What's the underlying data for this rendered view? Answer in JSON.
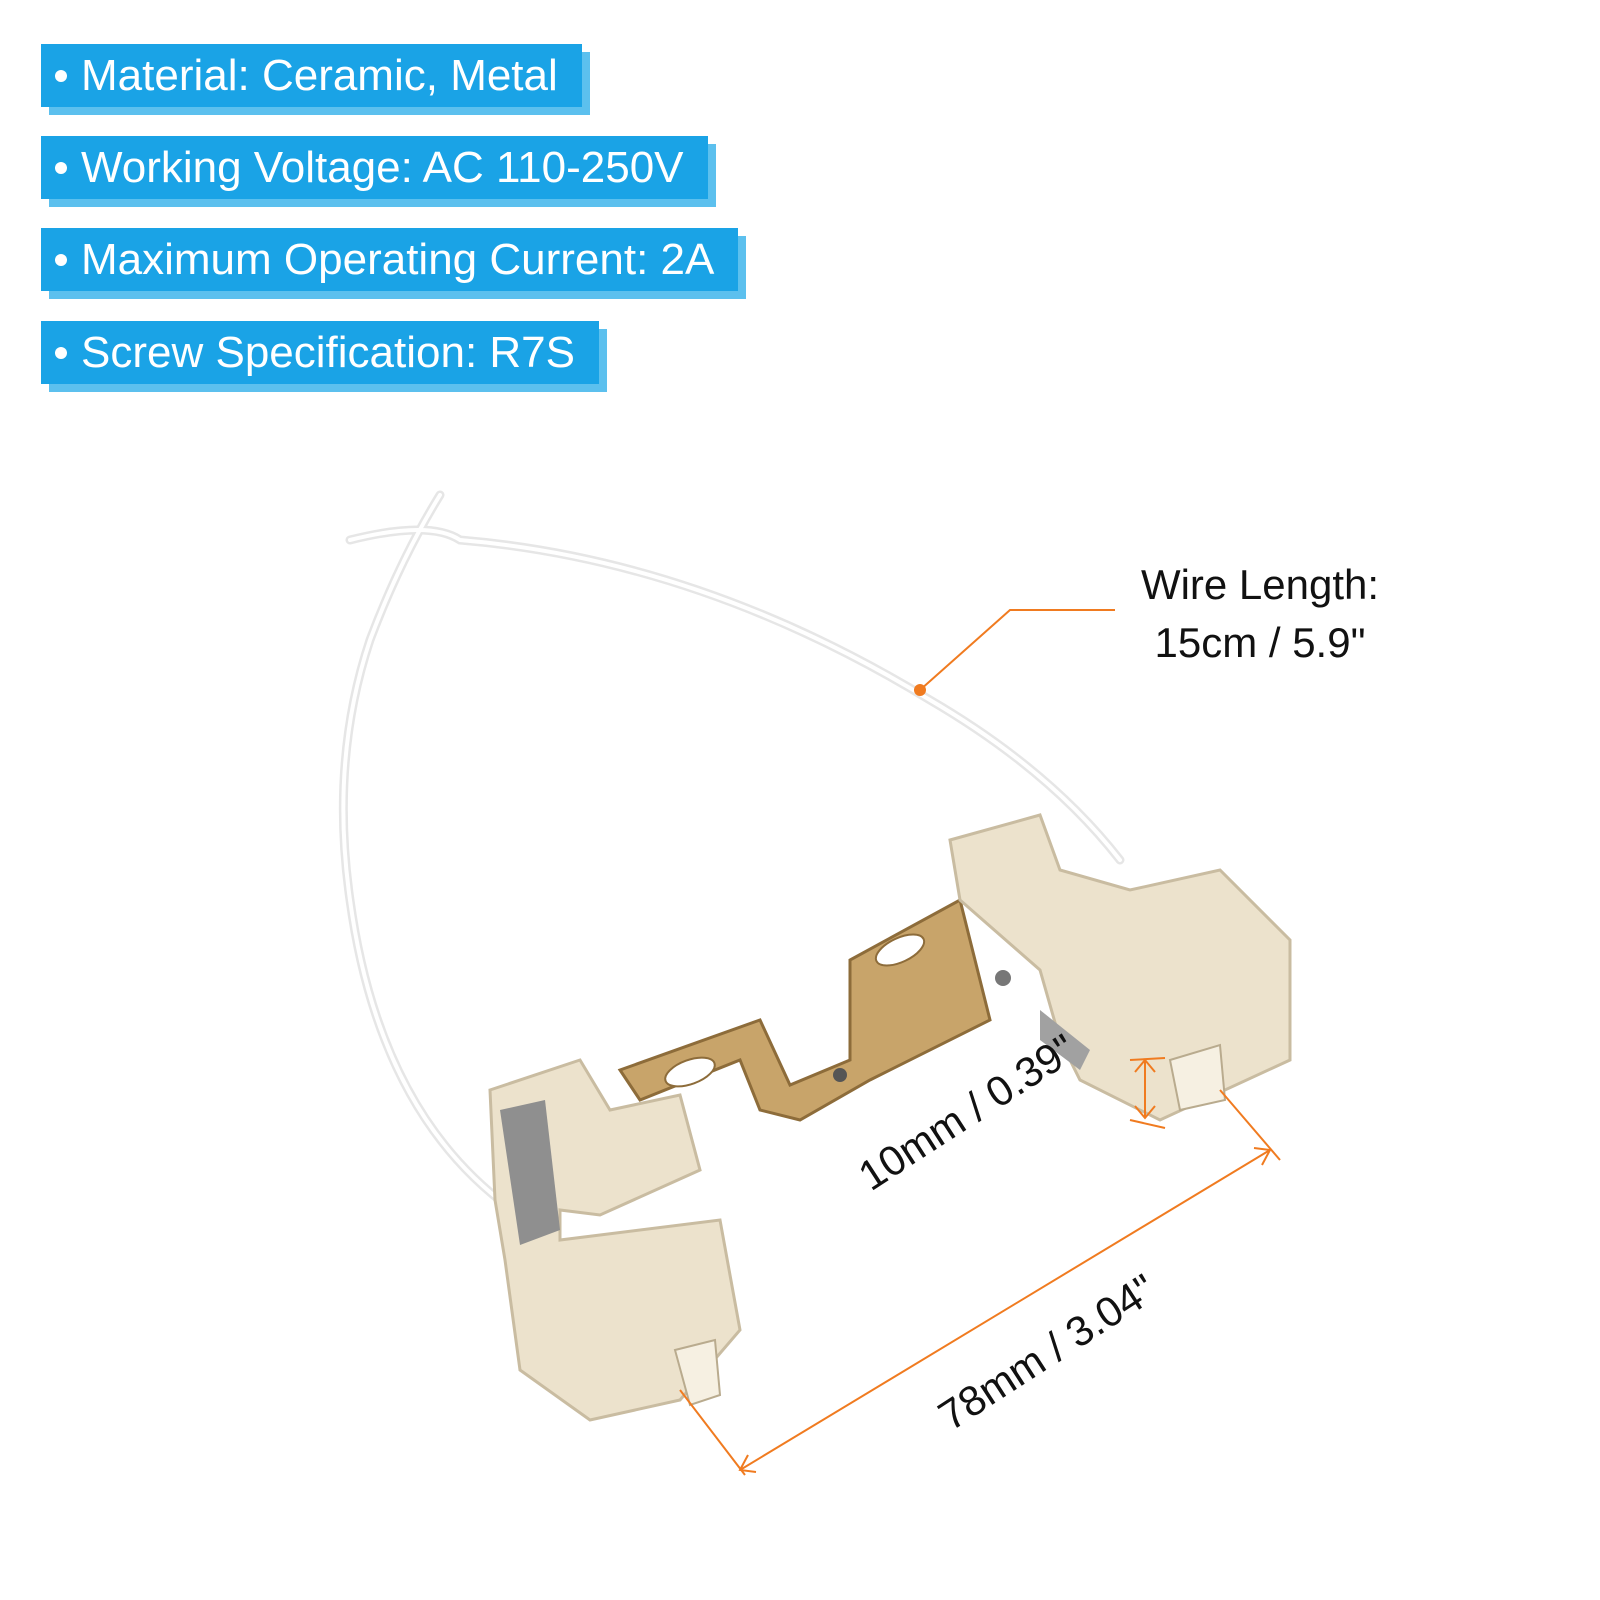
{
  "specs": [
    "Material: Ceramic, Metal",
    "Working Voltage: AC 110-250V",
    "Maximum Operating Current: 2A",
    "Screw Specification: R7S"
  ],
  "dimensions": {
    "wire_length_title": "Wire Length:",
    "wire_length_value": "15cm / 5.9\"",
    "slot_height": "10mm / 0.39\"",
    "holder_length": "78mm / 3.04\""
  },
  "colors": {
    "badge": "#1aa3e6",
    "badge_shadow": "#5cc0ee",
    "dimension_line": "#f07b20",
    "ceramic": "#ece2cc",
    "metal": "#c8a46a"
  }
}
